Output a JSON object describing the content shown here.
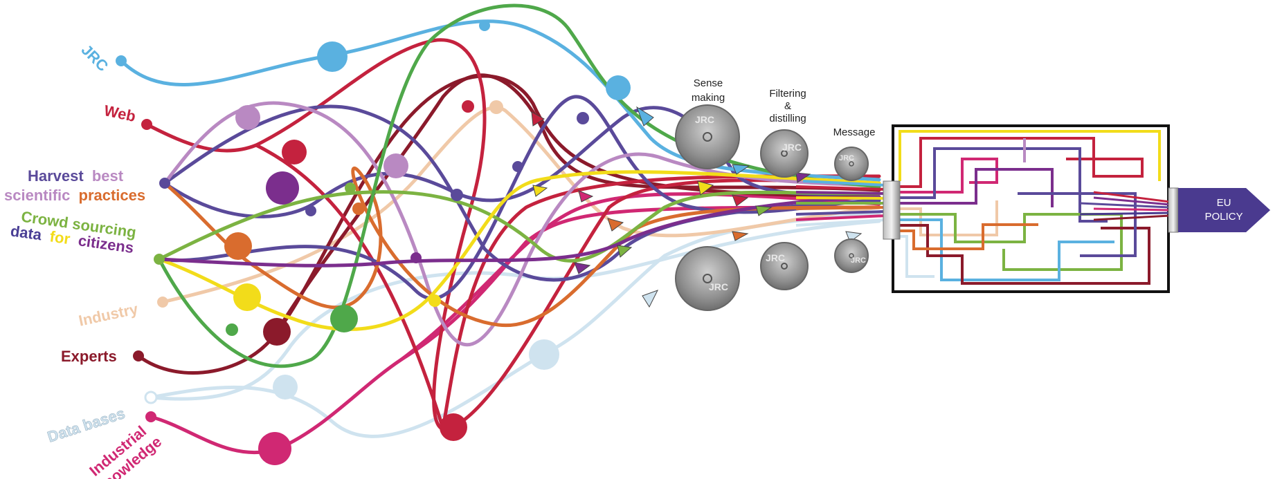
{
  "sources": {
    "jrc": {
      "label": "JRC",
      "color": "#5ab1e0"
    },
    "web": {
      "label": "Web",
      "color": "#c4223e"
    },
    "harvest": {
      "line1_a": "Harvest",
      "line1_b": "best",
      "line2_a": "scientific",
      "line2_b": "practices",
      "color_a": "#5a4a9a",
      "color_b": "#b989c2",
      "color_c": "#d96c2e"
    },
    "crowd": {
      "line1": "Crowd sourcing",
      "line2_a": "data",
      "line2_b": "for",
      "line2_c": "citizens",
      "color_green": "#7cb342",
      "color_purple": "#4a3f95",
      "color_yellow": "#f2dc1a",
      "color_violet": "#7b2e8d"
    },
    "industry": {
      "label": "Industry",
      "color": "#f0c9a8"
    },
    "experts": {
      "label": "Experts",
      "color": "#8b1a2b"
    },
    "databases": {
      "label": "Data bases",
      "color": "#cfe3ef"
    },
    "industrial": {
      "line1": "Industrial",
      "line2": "knowledge",
      "color": "#d02873"
    }
  },
  "stages": {
    "sense": {
      "line1": "Sense",
      "line2": "making"
    },
    "filter": {
      "line1": "Filtering",
      "line2": "&",
      "line3": "distilling"
    },
    "message": {
      "label": "Message"
    },
    "disc_label": "JRC"
  },
  "output": {
    "line1": "EU",
    "line2": "POLICY",
    "color": "#4a3a8f"
  }
}
